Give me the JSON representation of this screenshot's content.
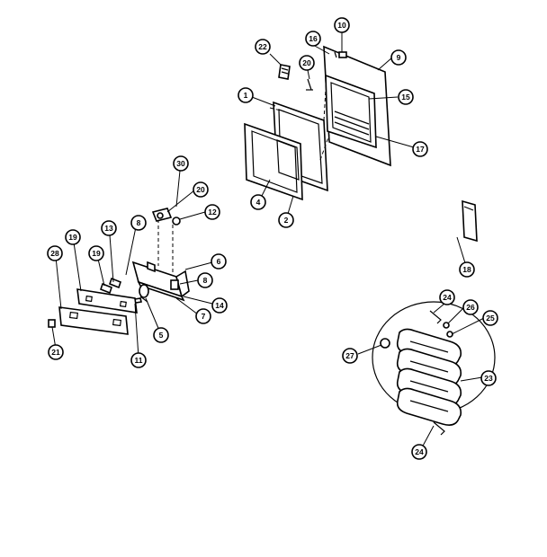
{
  "callouts": [
    {
      "id": "c10",
      "label": "10"
    },
    {
      "id": "c16",
      "label": "16"
    },
    {
      "id": "c22",
      "label": "22"
    },
    {
      "id": "c9",
      "label": "9"
    },
    {
      "id": "c20a",
      "label": "20"
    },
    {
      "id": "c1",
      "label": "1"
    },
    {
      "id": "c15",
      "label": "15"
    },
    {
      "id": "c17",
      "label": "17"
    },
    {
      "id": "c4",
      "label": "4"
    },
    {
      "id": "c2",
      "label": "2"
    },
    {
      "id": "c30",
      "label": "30"
    },
    {
      "id": "c20b",
      "label": "20"
    },
    {
      "id": "c12",
      "label": "12"
    },
    {
      "id": "c13",
      "label": "13"
    },
    {
      "id": "c8a",
      "label": "8"
    },
    {
      "id": "c19",
      "label": "19"
    },
    {
      "id": "c28",
      "label": "28"
    },
    {
      "id": "c18",
      "label": "18"
    },
    {
      "id": "c6",
      "label": "6"
    },
    {
      "id": "c8b",
      "label": "8"
    },
    {
      "id": "c14",
      "label": "14"
    },
    {
      "id": "c7",
      "label": "7"
    },
    {
      "id": "c5",
      "label": "5"
    },
    {
      "id": "c11",
      "label": "11"
    },
    {
      "id": "c21",
      "label": "21"
    },
    {
      "id": "c24a",
      "label": "24"
    },
    {
      "id": "c26",
      "label": "26"
    },
    {
      "id": "c25",
      "label": "25"
    },
    {
      "id": "c27",
      "label": "27"
    },
    {
      "id": "c23",
      "label": "23"
    },
    {
      "id": "c24b",
      "label": "24"
    }
  ]
}
